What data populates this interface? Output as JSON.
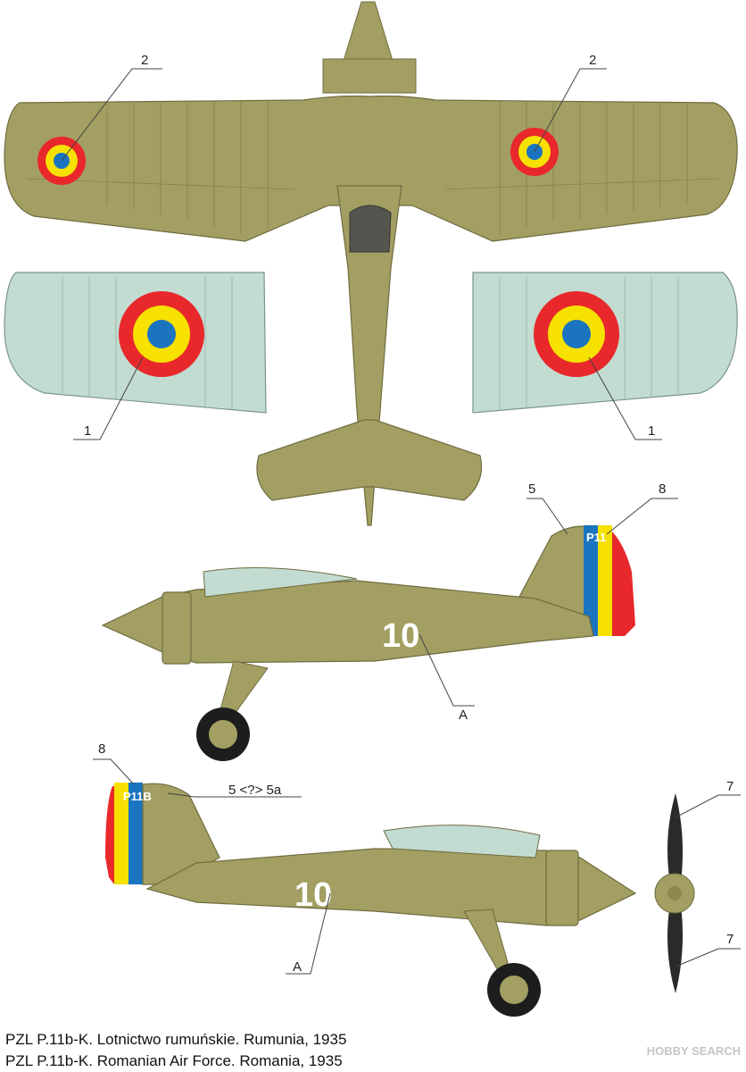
{
  "callouts": {
    "top_left": "2",
    "top_right": "2",
    "lower_left": "1",
    "lower_right": "1",
    "side_right_5": "5",
    "side_right_8": "8",
    "side_right_A": "A",
    "side_left_8": "8",
    "side_left_5": "5 <?> 5a",
    "side_left_A": "A",
    "prop_top": "7",
    "prop_bottom": "7"
  },
  "markings": {
    "aircraft_number": "10",
    "tail_code_right": "P11",
    "tail_code_left": "P11B"
  },
  "colors": {
    "airframe": "#a39f62",
    "underside": "#c3dcd2",
    "roundel_red": "#e8282b",
    "roundel_yellow": "#f6e100",
    "roundel_blue": "#1a74c0"
  },
  "captions": {
    "polish": "PZL P.11b-K. Lotnictwo rumuńskie. Rumunia, 1935",
    "english": "PZL P.11b-K. Romanian Air Force. Romania, 1935"
  },
  "watermark": "HOBBY SEARCH"
}
